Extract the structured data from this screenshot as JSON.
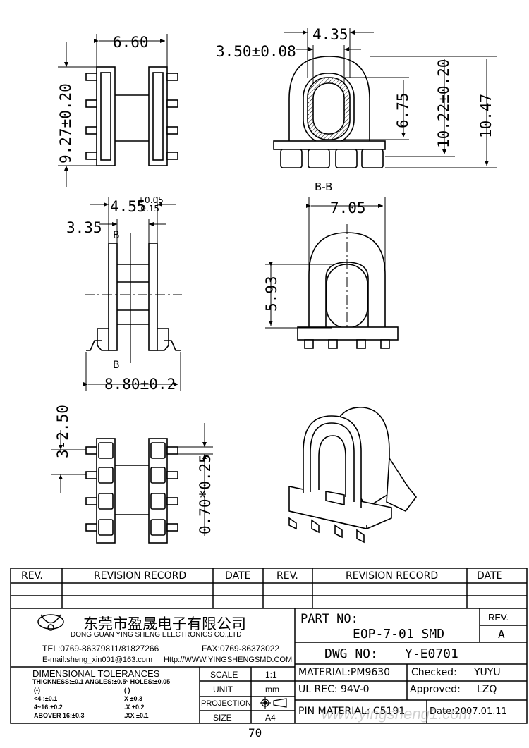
{
  "views": {
    "top_width": "6.60",
    "top_height": "9.27±0.20",
    "front_slot": "4.35",
    "front_wall": "3.50±0.08",
    "front_inner_h": "6.75",
    "front_h1": "10.22±0.20",
    "front_h2": "10.47",
    "side_width": "4.55",
    "side_width_tol_upper": "+0.05",
    "side_width_tol_lower": "-0.15",
    "side_inner": "3.35",
    "side_section_label_top": "B",
    "side_section_label_bottom": "B",
    "side_overall": "8.80±0.2",
    "section_title": "B-B",
    "section_width": "7.05",
    "section_height": "5.93",
    "bottom_pitch": "3-2.50",
    "bottom_pin": "0.70*0.25"
  },
  "revision_table": {
    "headers": [
      "REV.",
      "REVISION RECORD",
      "DATE",
      "REV.",
      "REVISION RECORD",
      "DATE"
    ]
  },
  "company": {
    "name_cn": "东莞市盈晟电子有限公司",
    "name_en": "DONG GUAN YING SHENG ELECTRONICS CO.,LTD",
    "tel": "TEL:0769-86379811/81827266",
    "fax": "FAX:0769-86373022",
    "email": "E-mail:sheng_xin001@163.com",
    "web": "Http://WWW.YINGSHENGSMD.COM"
  },
  "part": {
    "part_no_label": "PART  NO:",
    "part_no": "EOP-7-01  SMD",
    "rev_label": "REV.",
    "rev": "A",
    "dwg_label": "DWG  NO:",
    "dwg_no": "Y-E0701"
  },
  "tolerances": {
    "title": "DIMENSIONAL TOLERANCES",
    "line1": "THICKNESS:±0.1  ANGLES:±0.5°  HOLES:±0.05",
    "col1": [
      "(-)",
      "<4  :±0.1",
      "4~16:±0.2",
      "ABOVER 16:±0.3"
    ],
    "col2": [
      "(  )",
      "X  ±0.3",
      ".X  ±0.2",
      ".XX  ±0.1"
    ]
  },
  "specs": {
    "scale_label": "SCALE",
    "scale": "1:1",
    "unit_label": "UNIT",
    "unit": "mm",
    "projection_label": "PROJECTION",
    "size_label": "SIZE",
    "size": "A4",
    "material": "MATERIAL:PM9630",
    "ul": "UL  REC:  94V-0",
    "pin_material": "PIN  MATERIAL:  C5191",
    "checked_label": "Checked:",
    "checked": "YUYU",
    "approved_label": "Approved:",
    "approved": "LZQ",
    "date": "Date:2007.01.11"
  },
  "page_number": "70",
  "watermark": "www.yingsheng1.com"
}
